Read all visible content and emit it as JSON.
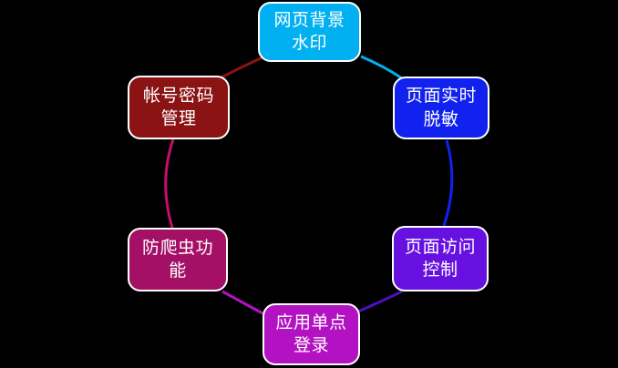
{
  "diagram": {
    "type": "cycle",
    "background_color": "#000000",
    "node_border_color": "#ffffff",
    "node_text_color": "#ffffff",
    "nodes": [
      {
        "id": "watermark",
        "label": "网页背景\n水印",
        "color": "#00b0f0",
        "position": "top"
      },
      {
        "id": "desensitize",
        "label": "页面实时\n脱敏",
        "color": "#1122ee",
        "position": "upper-right"
      },
      {
        "id": "access-control",
        "label": "页面访问\n控制",
        "color": "#6611e0",
        "position": "lower-right"
      },
      {
        "id": "sso",
        "label": "应用单点\n登录",
        "color": "#b312c2",
        "position": "bottom"
      },
      {
        "id": "anticrawler",
        "label": "防爬虫功\n能",
        "color": "#a31066",
        "position": "lower-left"
      },
      {
        "id": "account",
        "label": "帐号密码\n管理",
        "color": "#8b1313",
        "position": "upper-left"
      }
    ],
    "connectors": [
      {
        "id": "watermark-to-desensitize",
        "from": "watermark",
        "to": "desensitize",
        "color": "#00b0f0"
      },
      {
        "id": "desensitize-to-access-control",
        "from": "desensitize",
        "to": "access-control",
        "color": "#1122ee"
      },
      {
        "id": "access-control-to-sso",
        "from": "access-control",
        "to": "sso",
        "color": "#4a11c0"
      },
      {
        "id": "sso-to-anticrawler",
        "from": "sso",
        "to": "anticrawler",
        "color": "#b312c2"
      },
      {
        "id": "anticrawler-to-account",
        "from": "anticrawler",
        "to": "account",
        "color": "#c2106b"
      },
      {
        "id": "account-to-watermark",
        "from": "account",
        "to": "watermark",
        "color": "#8b1313"
      }
    ]
  }
}
